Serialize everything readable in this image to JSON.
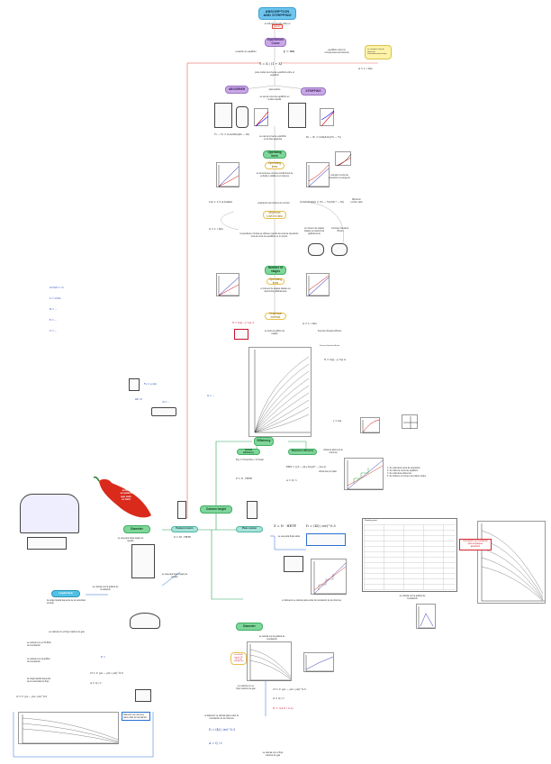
{
  "title": "ABSORPTION AND STRIPPING",
  "nodes": {
    "equilibrium_curve": "Equilibrium Curve",
    "absorber": "ABSORBER",
    "stripping": "STRIPPING",
    "operating_lines": "Operating lines",
    "min_ratio": "Minimum Lm/Gm ratio",
    "num_stages": "Number of stages",
    "graphical_method": "Graphical method",
    "efficiency": "Efficiency",
    "global_efficiency": "Global efficiency",
    "murphree": "Murphree efficiency",
    "column_height": "Column height",
    "column_diameter": "Diameter",
    "packed_column": "Packed column",
    "plate_column": "Plate column",
    "diameter2": "Diameter",
    "flooding": "Flooding point",
    "liquid_load": "Liquid load"
  },
  "pepper": {
    "line1": "No",
    "line2": "entres",
    "line3": "en pánico",
    "line4": "que todo",
    "line5": "es fácil"
  },
  "notes": {
    "intro": "es útil para decidir sobre el",
    "intro_tag": "diseño",
    "eq_left": "ecuación de equilibrio",
    "eq_curve": "pone trazar la curva de equilibrio sobre el equilibrio",
    "eq_right": "equilibrio entre los componentes del sistema",
    "henry_note": "se cumple la ley de Henry en concentraciones bajas",
    "both": "para ambos",
    "absorber_note": "se usa la curva de equilibrio en la fase líquida",
    "stripping_note": "se usa la curva de equilibrio en la fase gaseosa",
    "ops_note": "es la recta que une las condiciones de entrada y salida en el sistema",
    "min_note": "la pendiente mínima se obtiene cuando la recta de operación toca la curva de equilibrio en un punto",
    "min_note2": "estimación del mínimo de Lm/Gm",
    "min_tangent": "cuando la recta de operación es tangente",
    "stages_note": "el número de etapas ideales se determina gráficamente",
    "graphical_note": "se traza el gráfico de etapas",
    "kremser": "Kremser-Souders-Brown",
    "eff_note": "divide la altura de la columna",
    "global_eff_note": "Eg = N teórico / N real",
    "murphree_note": "eficiencia por plato",
    "murphree_list_1": "1. Se calcula la recta de operación",
    "murphree_list_2": "2. Se traza la curva de equilibrio",
    "murphree_list_3": "3. Se calcula la eficiencia",
    "murphree_list_4": "4. Se obtiene el número de platos reales",
    "height_note": "Z = Nt · HETP",
    "packed_note": "se usa para flujos bajos de líquido",
    "plate_note": "se usa para flujos altos",
    "diameter_note": "el diámetro se calcula para evitar la inundación de la columna",
    "flooding_note": "se calcula con la gráfica de inundación",
    "liquid_load_note": "la carga líquida depende de la velocidad de flujo",
    "diam_red": "se calcula con el 70-80% de inundación",
    "warning_box": "Diámetro de columna para evitar la inundación",
    "legend_1": "Correlación de inundación",
    "legend_2": "para empaques",
    "legend_3": "aleatorios",
    "bottom_note": "se calcula con el flujo máximo de gas"
  },
  "formulas": {
    "eq_main": "y = mx",
    "eq_ratio": "Y = X / (1 + X)",
    "abs_op": "Y₁ − Y₂ = (Lm/Gm)(X₁ − X₂)",
    "strip_op": "X₂ − X₁ = (Gm/Lm)(Y₂ − Y₁)",
    "min_ratio": "(Lm/Gm)min = (Y₁ − Y₂)/(X₁* − X₂)",
    "op_actual": "Lm = 1.5 (Lm)min",
    "absorption_factor": "A = L / mG",
    "kremser_eq": "N = log[...] / log A",
    "height": "Z = N · HETP",
    "diameter": "D = (4Q / πv)^0.5",
    "murphree": "EMV = (yn − yn+1)/(yn* − yn+1)",
    "vel_flood": "vf = C (ρL − ρG / ρG)^0.5",
    "diam_final": "D = √(4 G / π u)",
    "area": "A = Q / v"
  },
  "hand_notes": {
    "h1": "Lm/Gm = m",
    "h2": "A = L/mG",
    "h3": "N = ...",
    "h4": "E = ...",
    "h5": "V = ...",
    "h6": "Fs = u√ρG",
    "h7": "ΔP / Z",
    "h8": "uf = ...",
    "h9": "G = ...",
    "h10": "D ="
  },
  "colors": {
    "blue_node": "#6ec6ee",
    "purple_node": "#c9a7e6",
    "green_node": "#7fd69a",
    "red_link": "#e0463b",
    "green_link": "#2fa55a",
    "blue_link": "#2a6fd1",
    "pepper": "#d92a1c"
  }
}
